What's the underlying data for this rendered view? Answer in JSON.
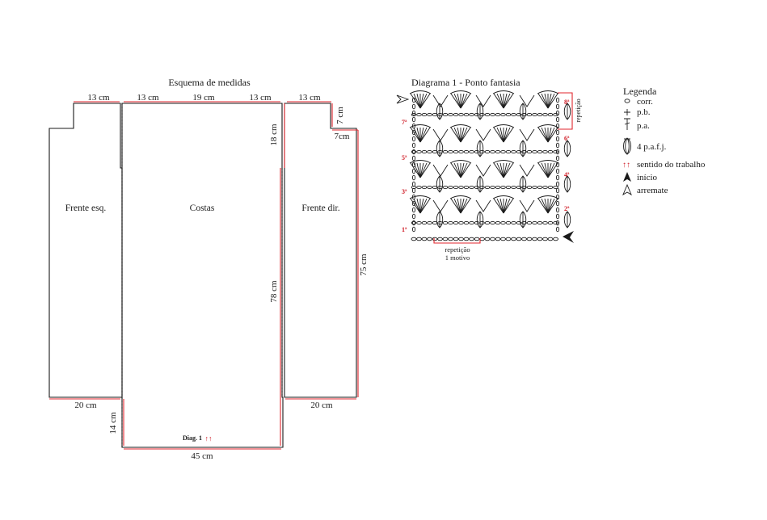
{
  "scheme": {
    "title": "Esquema de medidas",
    "top_labels": [
      "13 cm",
      "13 cm",
      "19 cm",
      "13 cm",
      "13 cm"
    ],
    "side_7cm": "7 cm",
    "under_7cm": "7cm",
    "side_18cm": "18 cm",
    "side_78cm": "78 cm",
    "side_75cm": "75 cm",
    "side_14cm": "14 cm",
    "bottom_left": "20 cm",
    "bottom_right": "20 cm",
    "bottom_center": "45 cm",
    "piece_left": "Frente esq.",
    "piece_center": "Costas",
    "piece_right": "Frente dir.",
    "diag_note": "Diag. 1",
    "diag_arrows": "↑↑"
  },
  "diagram": {
    "title": "Diagrama 1 - Ponto fantasia",
    "rows_left": [
      "7ª",
      "5ª",
      "3ª",
      "1ª"
    ],
    "rows_right": [
      "8ª",
      "6ª",
      "4ª",
      "2ª"
    ],
    "repeat_vertical": "repetição",
    "repeat_bottom_1": "repetição",
    "repeat_bottom_2": "1 motivo"
  },
  "legend": {
    "title": "Legenda",
    "items": [
      {
        "symbol": "circle",
        "text": "corr."
      },
      {
        "symbol": "plus",
        "text": "p.b."
      },
      {
        "symbol": "tcross",
        "text": "p.a."
      },
      {
        "symbol": "cluster",
        "text": "4 p.a.f.j."
      },
      {
        "symbol": "arrows",
        "text": "sentido do trabalho"
      },
      {
        "symbol": "filled-arrow",
        "text": "início"
      },
      {
        "symbol": "open-arrow",
        "text": "arremate"
      }
    ]
  },
  "colors": {
    "line": "#1a1a1a",
    "accent": "#e0262d"
  }
}
